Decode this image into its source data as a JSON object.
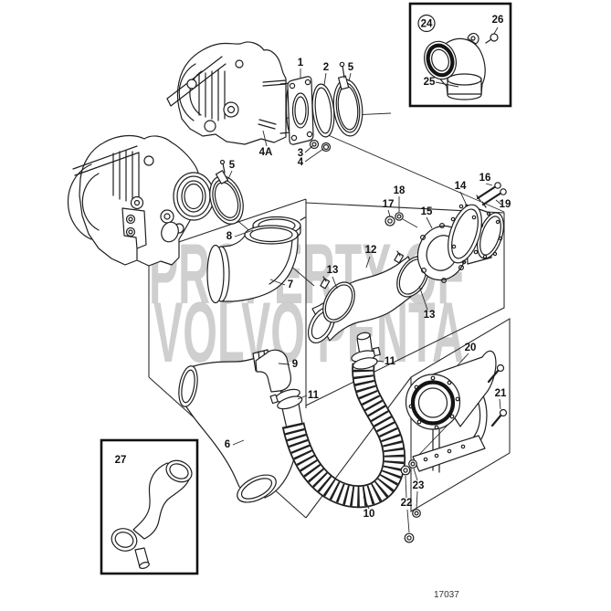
{
  "figure_number": "17037",
  "watermark": {
    "line1": "PROPERTY OF",
    "line2": "VOLVO PENTA"
  },
  "colors": {
    "ink": "#1f1f1f",
    "watermark": "#c7c7c7",
    "background": "#ffffff"
  },
  "diagram": {
    "callouts": [
      {
        "id": "1",
        "label": "1"
      },
      {
        "id": "2",
        "label": "2"
      },
      {
        "id": "5a",
        "label": "5"
      },
      {
        "id": "3",
        "label": "3"
      },
      {
        "id": "4",
        "label": "4"
      },
      {
        "id": "4A",
        "label": "4A"
      },
      {
        "id": "5b",
        "label": "5"
      },
      {
        "id": "8",
        "label": "8"
      },
      {
        "id": "7",
        "label": "7"
      },
      {
        "id": "9",
        "label": "9"
      },
      {
        "id": "11a",
        "label": "11"
      },
      {
        "id": "6",
        "label": "6"
      },
      {
        "id": "10",
        "label": "10"
      },
      {
        "id": "11b",
        "label": "11"
      },
      {
        "id": "12",
        "label": "12"
      },
      {
        "id": "13a",
        "label": "13"
      },
      {
        "id": "13b",
        "label": "13"
      },
      {
        "id": "17",
        "label": "17"
      },
      {
        "id": "18",
        "label": "18"
      },
      {
        "id": "15",
        "label": "15"
      },
      {
        "id": "14",
        "label": "14"
      },
      {
        "id": "16",
        "label": "16"
      },
      {
        "id": "19",
        "label": "19"
      },
      {
        "id": "20",
        "label": "20"
      },
      {
        "id": "21",
        "label": "21"
      },
      {
        "id": "23",
        "label": "23"
      },
      {
        "id": "22",
        "label": "22"
      }
    ],
    "inset_top_right": {
      "box_label": "24",
      "callouts": [
        {
          "label": "25"
        },
        {
          "label": "26"
        }
      ]
    },
    "inset_bottom_left": {
      "box_label": "27"
    }
  }
}
